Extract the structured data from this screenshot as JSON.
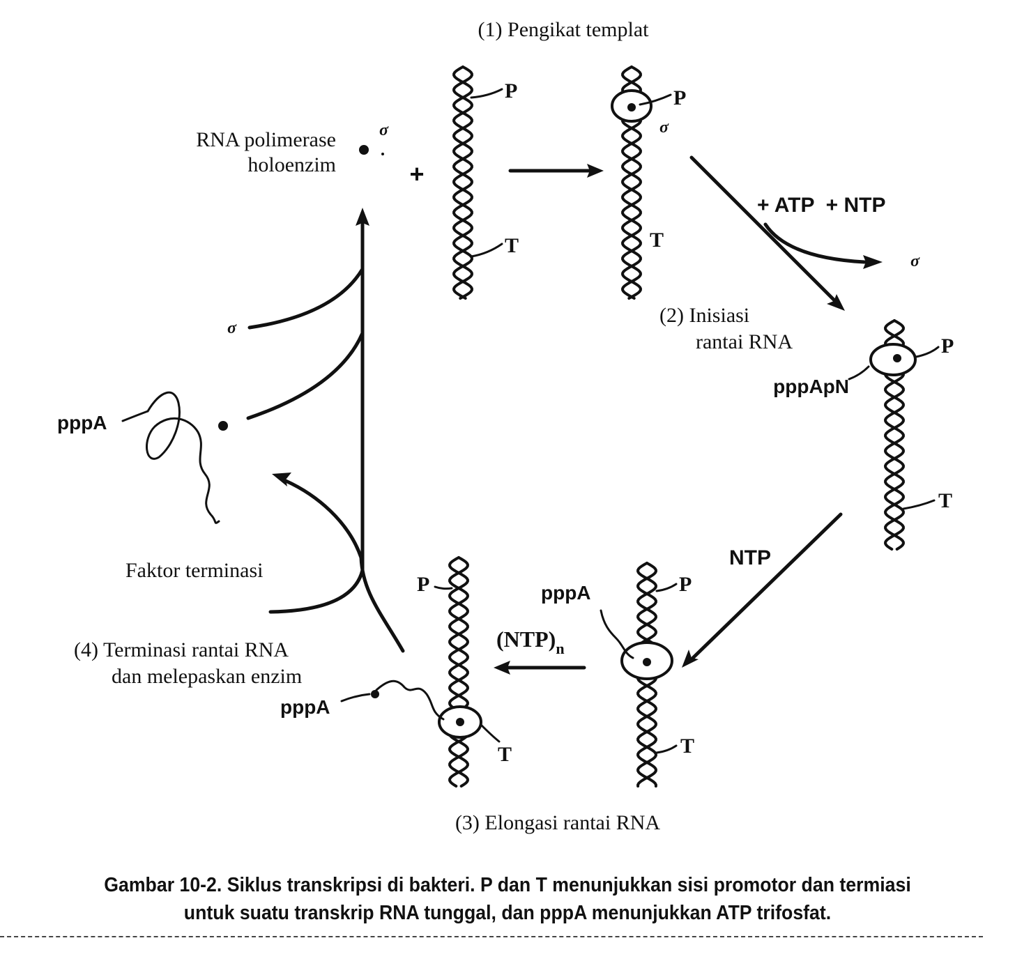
{
  "stages": {
    "step1": "(1) Pengikat templat",
    "step2_line1": "(2) Inisiasi",
    "step2_line2": "rantai RNA",
    "step3": "(3) Elongasi rantai RNA",
    "step4_line1": "(4) Terminasi rantai RNA",
    "step4_line2": "dan melepaskan enzim"
  },
  "labels": {
    "holoenzyme_line1": "RNA polimerase",
    "holoenzyme_line2": "holoenzim",
    "sigma": "σ",
    "plus": "+",
    "promoter": "P",
    "terminator": "T",
    "atp_ntp": "+ ATP  + NTP",
    "pppApN": "pppApN",
    "pppA": "pppA",
    "ntp": "NTP",
    "ntp_n": "(NTP)",
    "ntp_n_sub": "n",
    "termination_factor": "Faktor terminasi"
  },
  "caption": {
    "line1": "Gambar 10-2. Siklus transkripsi di bakteri.  P dan T menunjukkan sisi promotor dan termiasi",
    "line2": "untuk suatu transkrip RNA tunggal, dan pppA menunjukkan ATP trifosfat."
  }
}
